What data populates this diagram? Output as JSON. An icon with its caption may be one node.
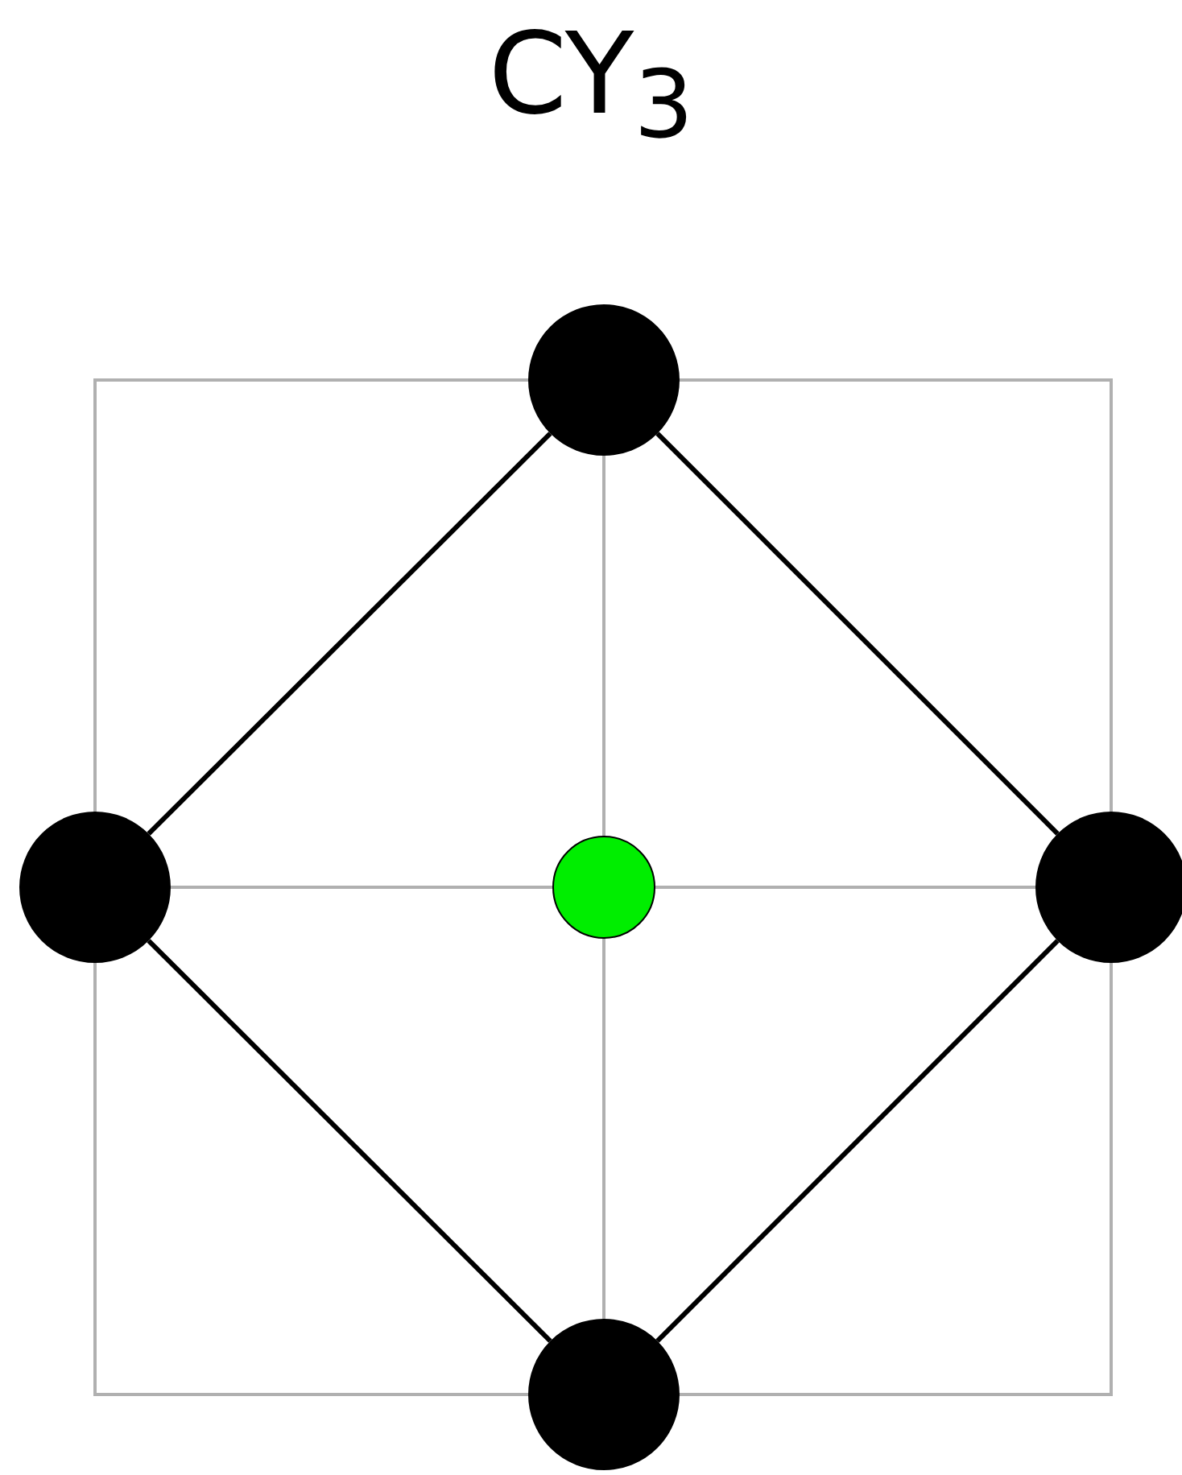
{
  "diagram": {
    "title": "CY$_{3}$",
    "nodes": [
      {
        "text": [],
        "shape": "circle"
      },
      {
        "text": [],
        "shape": "circle"
      },
      {
        "text": [],
        "shape": "circle"
      },
      {
        "text": [],
        "shape": "circle"
      },
      {
        "text": [],
        "shape": "circle"
      }
    ],
    "edges": [
      {
        "from": 0,
        "to": 1,
        "arrow": "none"
      },
      {
        "from": 0,
        "to": 3,
        "arrow": "none"
      },
      {
        "from": 1,
        "to": 4,
        "arrow": "none"
      },
      {
        "from": 3,
        "to": 4,
        "arrow": "none"
      }
    ]
  }
}
